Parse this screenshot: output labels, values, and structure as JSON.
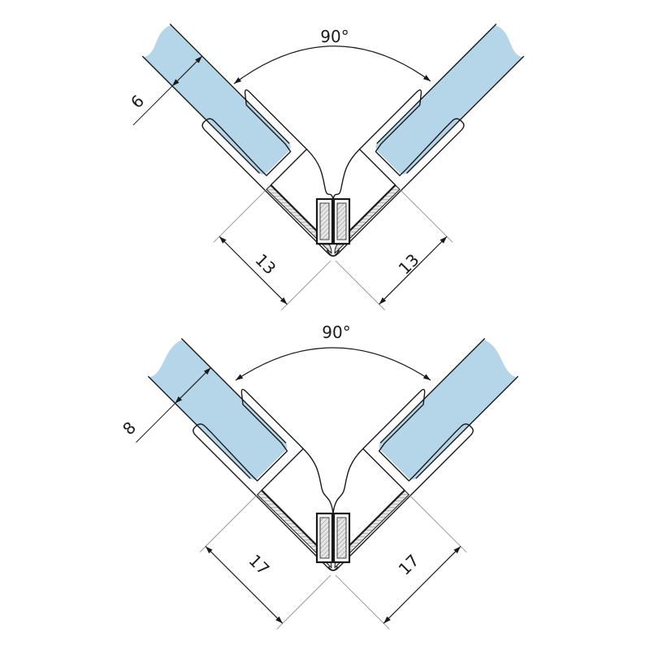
{
  "title": "Magnetic corner seal profiles for 90° glass shower doors",
  "colors": {
    "glass": "#b5d5e8",
    "line": "#1a1a1a",
    "dim": "#9a9a9a",
    "seal": "#c8c8c8"
  },
  "assemblies": [
    {
      "angle_label": "90°",
      "glass_thickness_label": "6",
      "left_depth_label": "13",
      "right_depth_label": "13"
    },
    {
      "angle_label": "90°",
      "glass_thickness_label": "8",
      "left_depth_label": "17",
      "right_depth_label": "17"
    }
  ]
}
